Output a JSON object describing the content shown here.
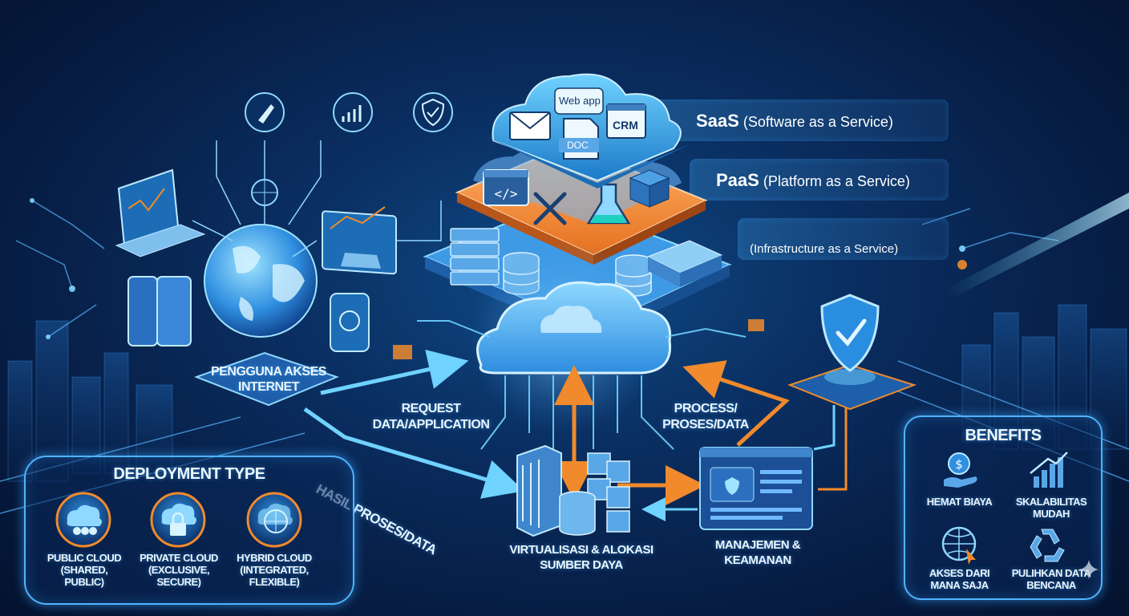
{
  "tiers": {
    "saas": {
      "abbr": "SaaS",
      "full": "(Software as a Service)"
    },
    "paas": {
      "abbr": "PaaS",
      "full": "(Platform as a Service)"
    },
    "iaas": {
      "full": "(Infrastructure as a Service)"
    }
  },
  "saas_icons": {
    "webapp": "Web app",
    "doc": "DOC",
    "crm": "CRM"
  },
  "flow": {
    "user": "PENGGUNA AKSES INTERNET",
    "request": "REQUEST DATA/APPLICATION",
    "result": "HASIL PROSES/DATA",
    "process": "PROCESS/ PROSES/DATA",
    "virtualization": "VIRTUALISASI & ALOKASI SUMBER DAYA",
    "management": "MANAJEMEN & KEAMANAN"
  },
  "deployment": {
    "title": "DEPLOYMENT TYPE",
    "types": [
      {
        "label": "PUBLIC CLOUD (SHARED, PUBLIC)",
        "icon": "public-cloud-icon"
      },
      {
        "label": "PRIVATE CLOUD (EXCLUSIVE, SECURE)",
        "icon": "private-cloud-icon"
      },
      {
        "label": "HYBRID CLOUD (INTEGRATED, FLEXIBLE)",
        "icon": "hybrid-cloud-icon"
      }
    ]
  },
  "benefits": {
    "title": "BENEFITS",
    "items": [
      {
        "label": "HEMAT BIAYA",
        "icon": "money-hand-icon"
      },
      {
        "label": "SKALABILITAS MUDAH",
        "icon": "growth-chart-icon"
      },
      {
        "label": "AKSES DARI MANA SAJA",
        "icon": "globe-cursor-icon"
      },
      {
        "label": "PULIHKAN DATA BENCANA",
        "icon": "recycle-icon"
      }
    ]
  },
  "colors": {
    "accent": "#4fb3ff",
    "orange": "#f08a2c",
    "deep": "#071d44"
  }
}
